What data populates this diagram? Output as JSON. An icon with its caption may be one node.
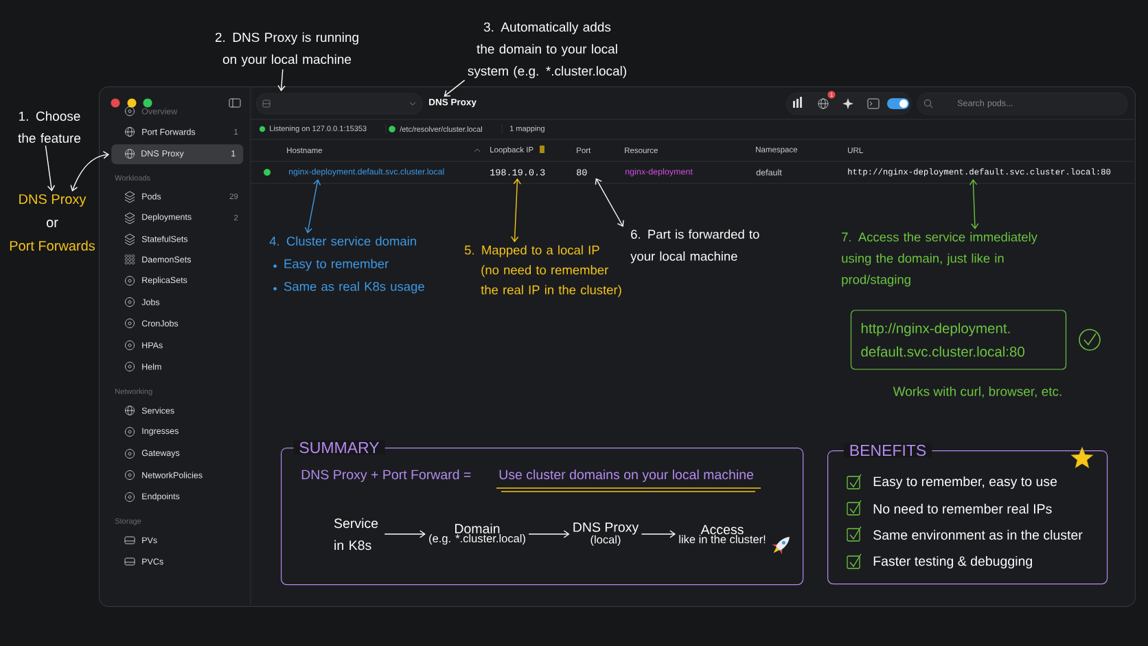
{
  "diagram": {
    "nodes": [
      {
        "text": [],
        "shape": "box"
      },
      {
        "text": [
          "DNS Proxy",
          "1"
        ],
        "in": 0
      },
      {
        "text": [],
        "shape": "box",
        "in": 0
      },
      {
        "text": [
          "DNS Proxy"
        ],
        "in": 0
      },
      {
        "text": [
          "nginx-deployment.default.svc.cluster.local"
        ],
        "in": 0
      },
      {
        "text": [
          "198.19.0.3"
        ],
        "in": 0
      },
      {
        "text": [
          "80"
        ],
        "in": 0
      },
      {
        "text": [
          "http://nginx-deployment.default.svc.cluster.local:80"
        ],
        "in": 0
      },
      {
        "text": [
          "1. Choose the feature"
        ]
      },
      {
        "text": [
          "DNS Proxy",
          "or",
          "Port Forwards"
        ]
      },
      {
        "text": [
          "2. DNS Proxy is running on your local machine"
        ]
      },
      {
        "text": [
          "3. Automatically adds the domain to your local system (e.g. *.cluster.local)"
        ]
      },
      {
        "text": [
          "4. Cluster service domain",
          "Easy to remember",
          "Same as real K8s usage"
        ],
        "in": 0
      },
      {
        "text": [
          "5. Mapped to a local IP",
          "(no need to remember the real IP in the cluster)"
        ],
        "in": 0
      },
      {
        "text": [
          "6. Part is forwarded to your local machine"
        ],
        "in": 0
      },
      {
        "text": [
          "7. Access the service immediately using the domain, just like in prod/staging"
        ],
        "in": 0
      },
      {
        "text": [
          "http://nginx-deployment. default.svc.cluster.local:80"
        ],
        "in": 0
      },
      {
        "text": [
          "SUMMARY",
          "DNS Proxy + Port Forward =",
          "Use cluster domains on your local machine"
        ],
        "in": 0
      },
      {
        "text": [
          "Service in K8s"
        ],
        "in": 17
      },
      {
        "text": [
          "Domain",
          "(e.g. *.cluster.local)"
        ],
        "in": 17
      },
      {
        "text": [
          "DNS Proxy",
          "(local)"
        ],
        "in": 17
      },
      {
        "text": [
          "Access",
          "like in the cluster!"
        ],
        "in": 17
      },
      {
        "text": [
          "BENEFITS",
          "Easy to remember, easy to use",
          "No need to remember real IPs",
          "Same environment as in the cluster",
          "Faster testing & debugging"
        ],
        "in": 0
      }
    ],
    "edges": [
      {
        "from": 8,
        "to": 9,
        "arrow": "to"
      },
      {
        "from": 9,
        "to": 1,
        "arrow": "both"
      },
      {
        "from": 10,
        "to": 2,
        "arrow": "to"
      },
      {
        "from": 11,
        "to": 3,
        "arrow": "to"
      },
      {
        "from": 12,
        "to": 4,
        "arrow": "both",
        "color": "#3d9be9"
      },
      {
        "from": 13,
        "to": 5,
        "arrow": "both",
        "color": "#f6c619"
      },
      {
        "from": 14,
        "to": 6,
        "arrow": "both"
      },
      {
        "from": 15,
        "to": 7,
        "arrow": "both",
        "color": "#6cc640"
      },
      {
        "from": 18,
        "to": 19,
        "arrow": "to"
      },
      {
        "from": 19,
        "to": 20,
        "arrow": "to"
      },
      {
        "from": 20,
        "to": 21,
        "arrow": "to"
      }
    ],
    "labels": [
      "Overview",
      "Port Forwards",
      "1",
      "Workloads",
      "Pods",
      "29",
      "Deployments",
      "2",
      "StatefulSets",
      "DaemonSets",
      "ReplicaSets",
      "Jobs",
      "CronJobs",
      "HPAs",
      "Helm",
      "Networking",
      "Services",
      "Ingresses",
      "Gateways",
      "NetworkPolicies",
      "Endpoints",
      "Storage",
      "PVs",
      "PVCs",
      "1",
      "Search pods...",
      "Listening on 127.0.0.1:15353",
      "/etc/resolver/cluster.local",
      "1 mapping",
      "Hostname",
      "Loopback IP",
      "Port",
      "Resource",
      "Namespace",
      "URL",
      "nginx-deployment",
      "default",
      "Works with curl, browser, etc."
    ]
  }
}
